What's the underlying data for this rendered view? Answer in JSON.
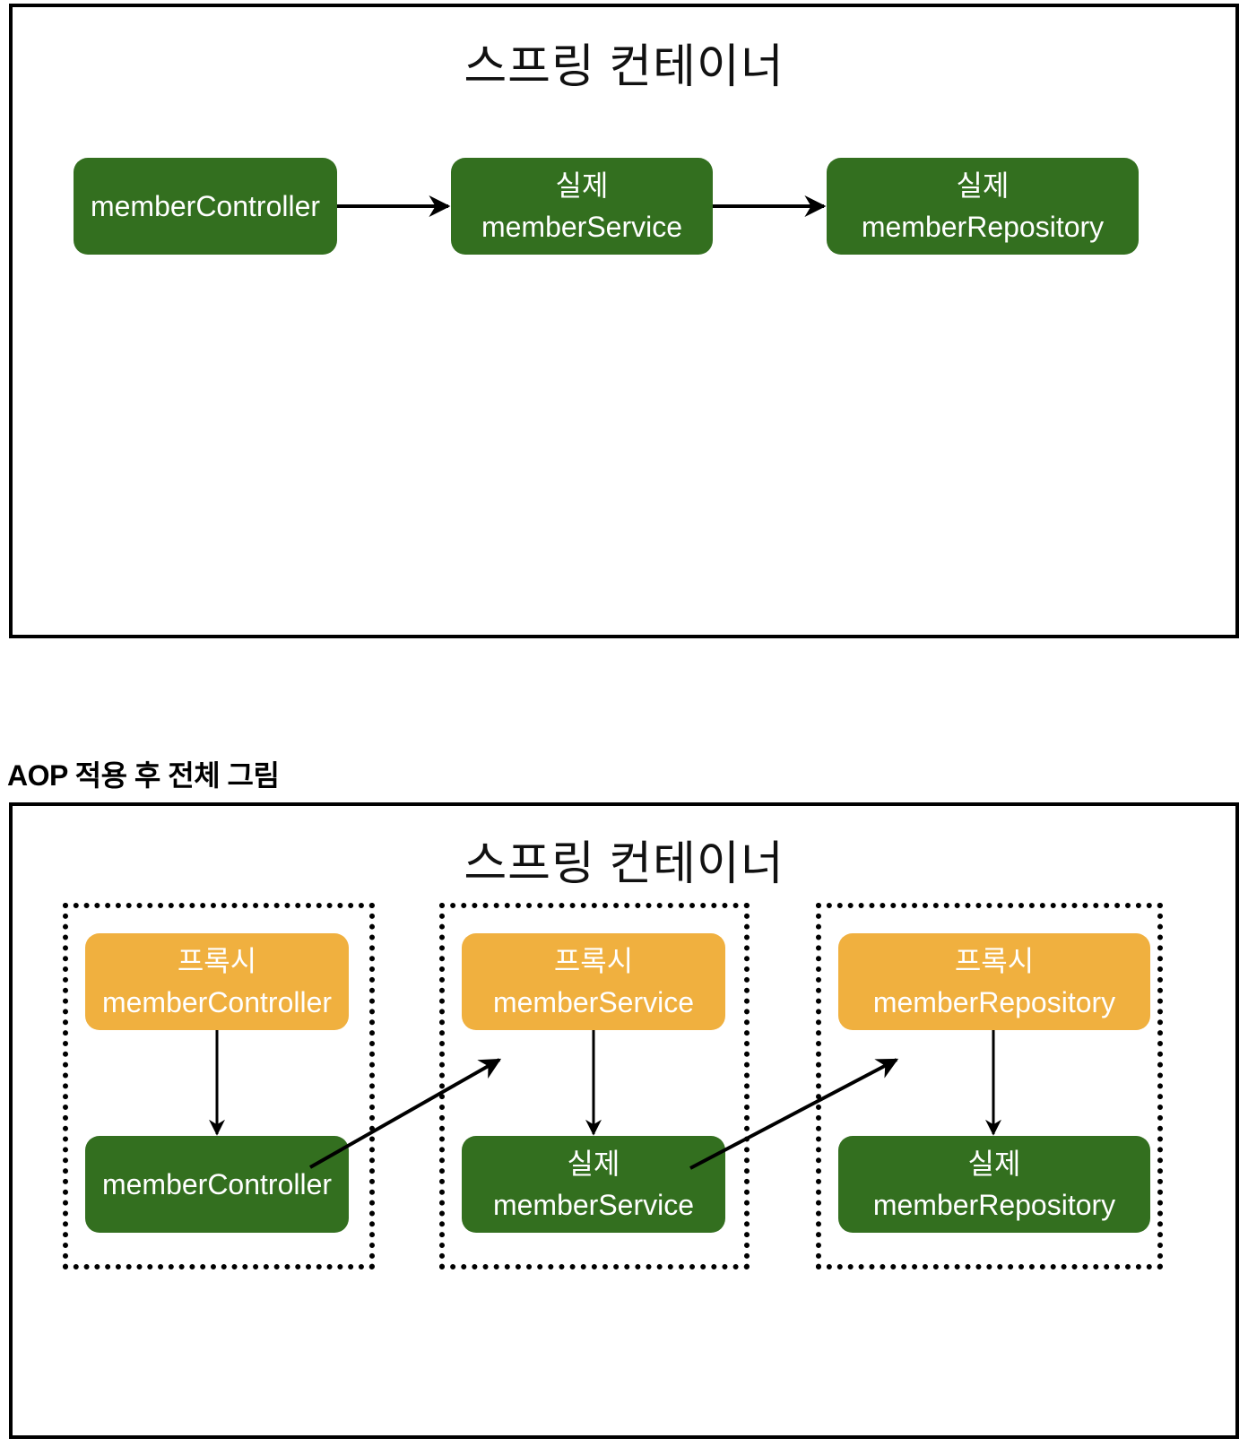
{
  "before": {
    "container_title": "스프링 컨테이너",
    "nodes": [
      {
        "id": "controller",
        "type": "real",
        "lines": [
          "memberController"
        ]
      },
      {
        "id": "service",
        "type": "real",
        "lines": [
          "실제",
          "memberService"
        ]
      },
      {
        "id": "repository",
        "type": "real",
        "lines": [
          "실제",
          "memberRepository"
        ]
      }
    ],
    "edges": [
      {
        "from": "controller",
        "to": "service"
      },
      {
        "from": "service",
        "to": "repository"
      }
    ]
  },
  "after": {
    "heading": "AOP 적용 후 전체 그림",
    "container_title": "스프링 컨테이너",
    "groups": [
      {
        "name": "controller-group",
        "proxy": {
          "lines": [
            "프록시",
            "memberController"
          ]
        },
        "real": {
          "lines": [
            "memberController"
          ]
        }
      },
      {
        "name": "service-group",
        "proxy": {
          "lines": [
            "프록시",
            "memberService"
          ]
        },
        "real": {
          "lines": [
            "실제",
            "memberService"
          ]
        }
      },
      {
        "name": "repository-group",
        "proxy": {
          "lines": [
            "프록시",
            "memberRepository"
          ]
        },
        "real": {
          "lines": [
            "실제",
            "memberRepository"
          ]
        }
      }
    ],
    "edges": [
      {
        "from": "proxy-memberController",
        "to": "real-memberController"
      },
      {
        "from": "real-memberController",
        "to": "proxy-memberService"
      },
      {
        "from": "proxy-memberService",
        "to": "real-memberService"
      },
      {
        "from": "real-memberService",
        "to": "proxy-memberRepository"
      },
      {
        "from": "proxy-memberRepository",
        "to": "real-memberRepository"
      }
    ]
  },
  "colors": {
    "real_node": "#336f1f",
    "proxy_node": "#f0b03f",
    "node_text": "#ffffff",
    "border": "#000000"
  }
}
